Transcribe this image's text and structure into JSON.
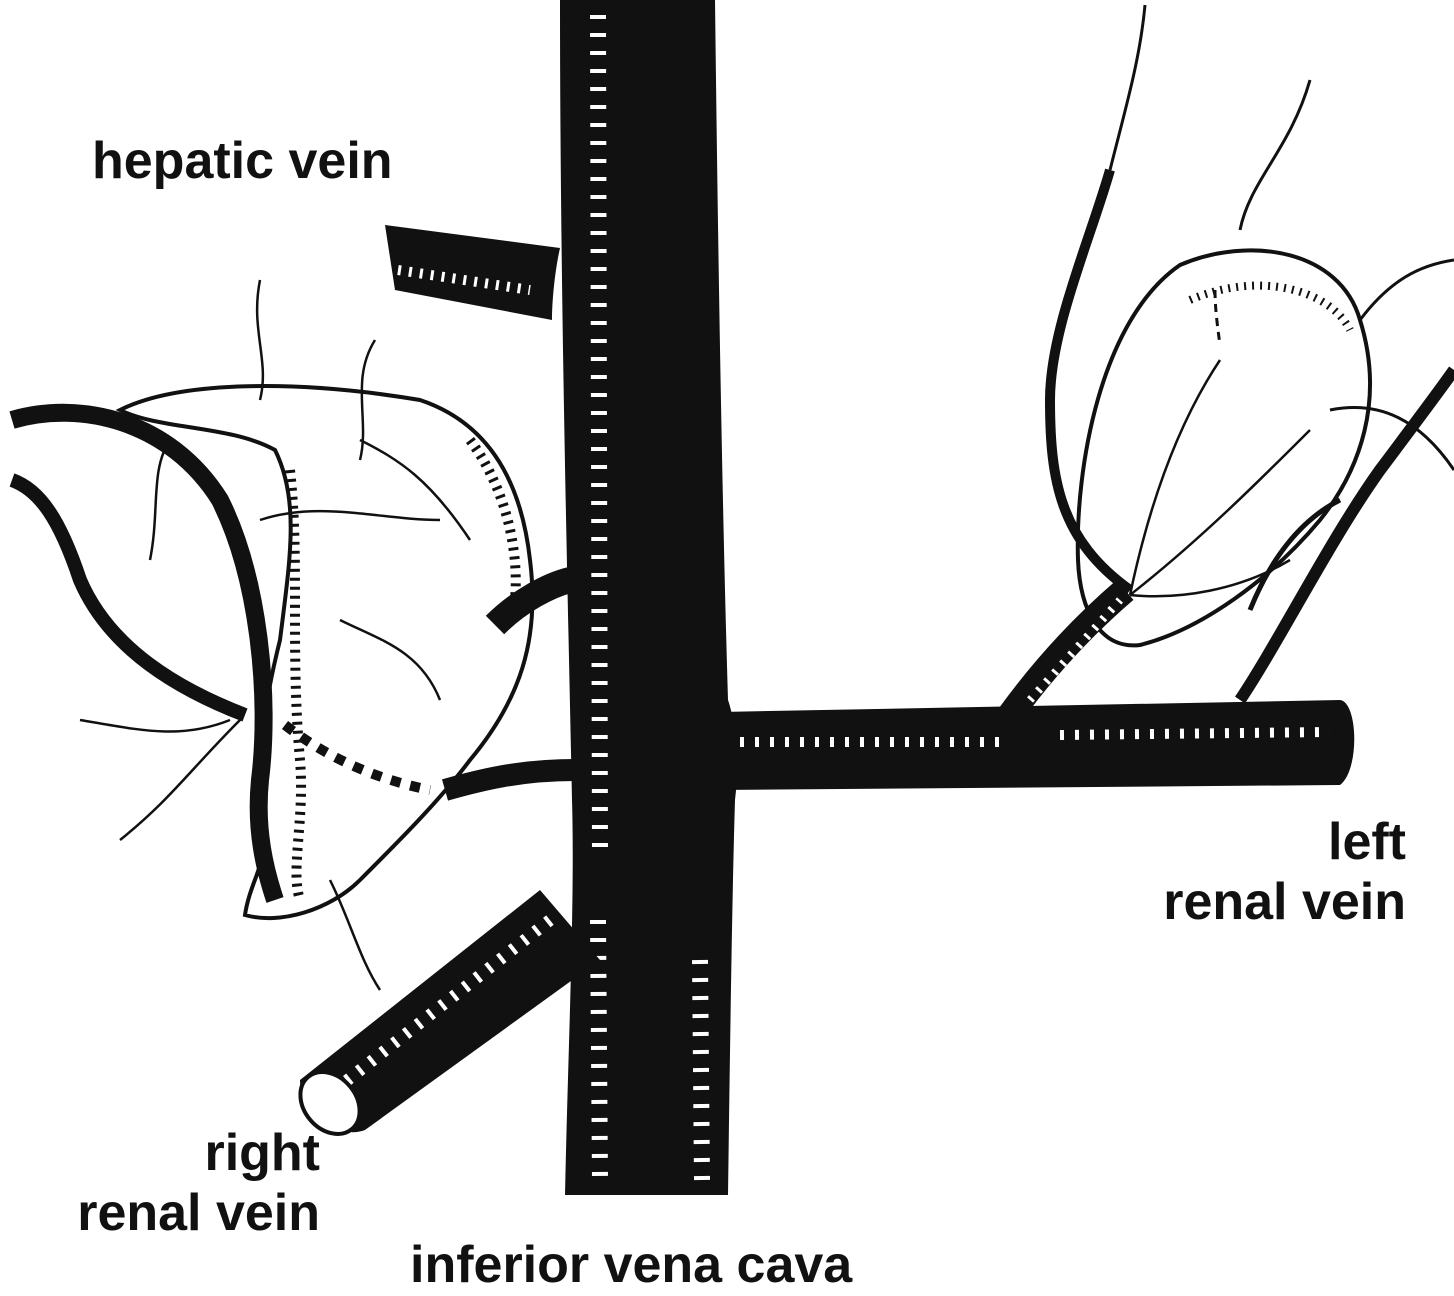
{
  "labels": {
    "hepatic_vein": "hepatic vein",
    "left_renal_vein_line1": "left",
    "left_renal_vein_line2": "renal vein",
    "right_renal_vein_line1": "right",
    "right_renal_vein_line2": "renal vein",
    "inferior_vena_cava": "inferior vena cava"
  },
  "colors": {
    "vessel": "#111111",
    "background": "#ffffff",
    "stripe": "#ffffff"
  }
}
